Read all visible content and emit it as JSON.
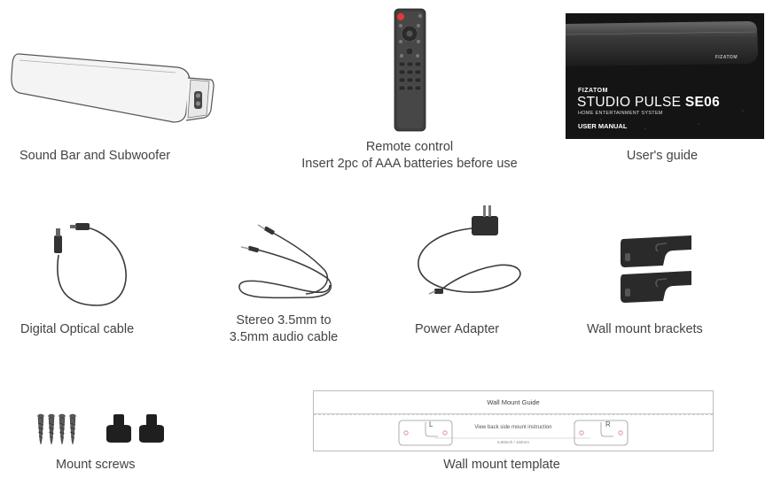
{
  "items": {
    "soundbar": {
      "label": "Sound Bar and Subwoofer"
    },
    "remote": {
      "label_line1": "Remote control",
      "label_line2": "Insert 2pc of AAA batteries before use"
    },
    "guide": {
      "label": "User's guide"
    },
    "optical": {
      "label": "Digital Optical cable"
    },
    "audio_cable": {
      "label_line1": "Stereo 3.5mm to",
      "label_line2": "3.5mm audio cable"
    },
    "adapter": {
      "label": "Power Adapter"
    },
    "brackets": {
      "label": "Wall mount brackets"
    },
    "screws": {
      "label": "Mount screws"
    },
    "template": {
      "label": "Wall mount template"
    }
  },
  "manual_cover": {
    "top_brand": "FIZATOM",
    "brand": "FIZATOM",
    "title_regular": "STUDIO PULSE ",
    "title_bold": "SE06",
    "subtitle": "HOME ENTERTAINMENT SYSTEM",
    "doc": "USER MANUAL"
  },
  "template_card": {
    "title": "Wall Mount Guide",
    "instruction": "View back side mount instruction",
    "measurement": "5.86inch / 150mm",
    "left_mark": "L",
    "right_mark": "R"
  }
}
